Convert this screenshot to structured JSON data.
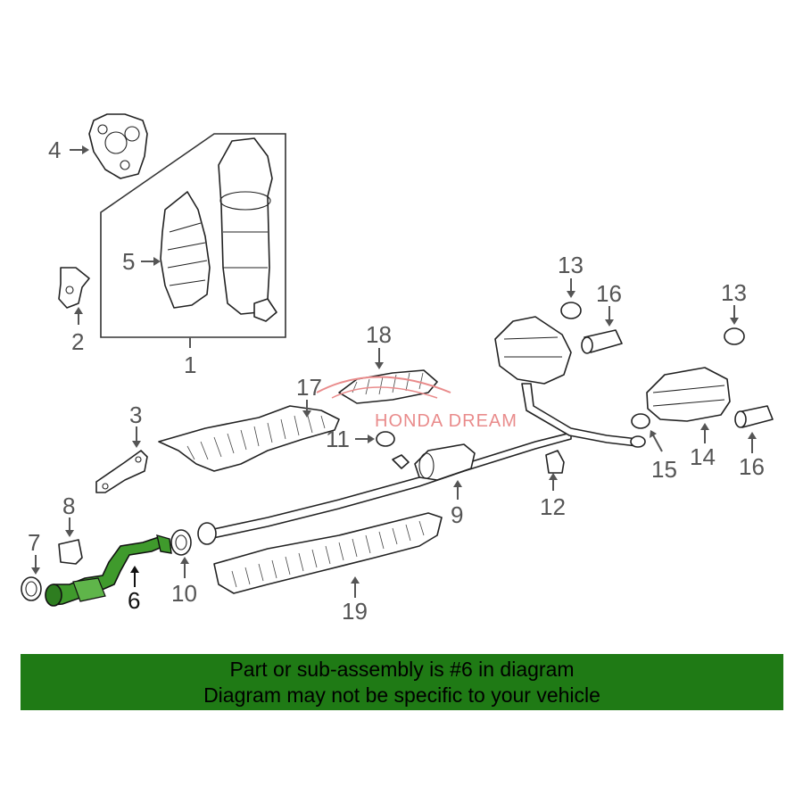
{
  "diagram": {
    "callouts": {
      "c1": "1",
      "c2": "2",
      "c3": "3",
      "c4": "4",
      "c5": "5",
      "c6": "6",
      "c7": "7",
      "c8": "8",
      "c9": "9",
      "c10": "10",
      "c11": "11",
      "c12": "12",
      "c13a": "13",
      "c13b": "13",
      "c14": "14",
      "c15": "15",
      "c16a": "16",
      "c16b": "16",
      "c17": "17",
      "c18": "18",
      "c19": "19"
    },
    "highlighted_part": "6",
    "highlight_color": "#1f7a15",
    "watermark": "HONDA DREAM",
    "watermark_color": "#e98b8b"
  },
  "notice": {
    "line1": "Part or sub-assembly is #6 in diagram",
    "line2": "Diagram may not be specific to your vehicle",
    "background": "#1f7a15"
  }
}
